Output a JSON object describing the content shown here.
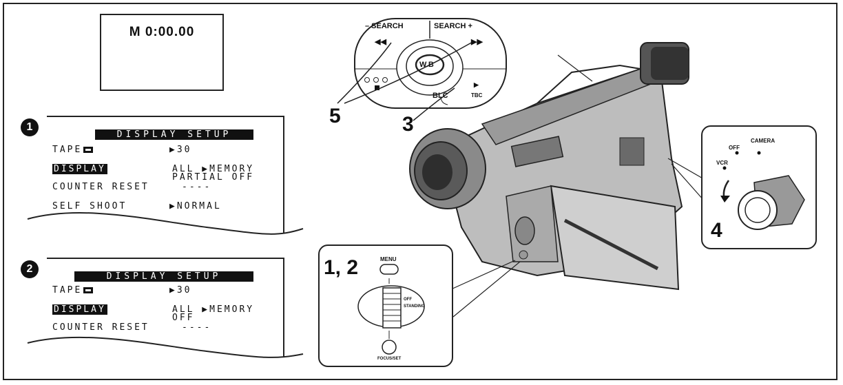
{
  "lcd_counter": "M 0:00.00",
  "menu1": {
    "badge": "1",
    "title": "DISPLAY SETUP",
    "tape_label": "TAPE",
    "tape_value": "▶30",
    "display_label": "DISPLAY",
    "display_value_1": "ALL ▶MEMORY",
    "display_value_2": "PARTIAL OFF",
    "counter_label": "COUNTER RESET",
    "counter_value": "----",
    "self_label": "SELF SHOOT",
    "self_value": "▶NORMAL"
  },
  "menu2": {
    "badge": "2",
    "title": "DISPLAY SETUP",
    "tape_label": "TAPE",
    "tape_value": "▶30",
    "display_label": "DISPLAY",
    "display_value_1": "ALL ▶MEMORY",
    "display_value_2": "OFF",
    "counter_label": "COUNTER RESET",
    "counter_value": "----"
  },
  "controls": {
    "search_minus": "– SEARCH",
    "search_plus": "SEARCH +",
    "wb": "W.B",
    "rewind": "◀◀",
    "ffwd": "▶▶",
    "blc": "BLC",
    "tbc": "TBC",
    "play": "▶"
  },
  "mode_dial": {
    "camera": "CAMERA",
    "off": "OFF",
    "vcr": "VCR"
  },
  "menu_dial": {
    "menu": "MENU",
    "off_range": "OFF",
    "standing": "STANDING",
    "focus_set": "FOCUS/SET"
  },
  "steps": {
    "s12": "1, 2",
    "s3": "3",
    "s4": "4",
    "s5": "5"
  }
}
